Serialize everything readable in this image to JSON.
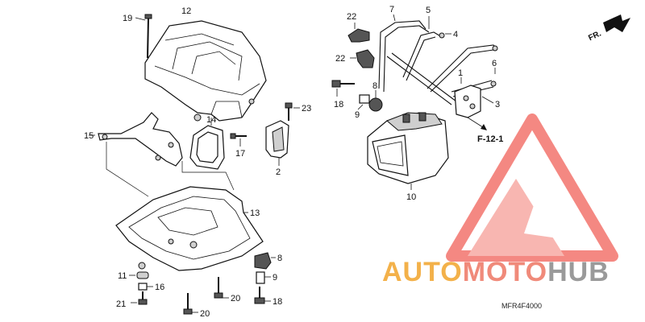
{
  "diagram": {
    "part_labels": [
      {
        "id": "p19",
        "text": "19"
      },
      {
        "id": "p12",
        "text": "12"
      },
      {
        "id": "p23",
        "text": "23"
      },
      {
        "id": "p14",
        "text": "14"
      },
      {
        "id": "p15",
        "text": "15"
      },
      {
        "id": "p17",
        "text": "17"
      },
      {
        "id": "p2",
        "text": "2"
      },
      {
        "id": "p13",
        "text": "13"
      },
      {
        "id": "p11",
        "text": "11"
      },
      {
        "id": "p16",
        "text": "16"
      },
      {
        "id": "p21",
        "text": "21"
      },
      {
        "id": "p20a",
        "text": "20"
      },
      {
        "id": "p20b",
        "text": "20"
      },
      {
        "id": "p8b",
        "text": "8"
      },
      {
        "id": "p9b",
        "text": "9"
      },
      {
        "id": "p18b",
        "text": "18"
      },
      {
        "id": "p22a",
        "text": "22"
      },
      {
        "id": "p22b",
        "text": "22"
      },
      {
        "id": "p7",
        "text": "7"
      },
      {
        "id": "p5",
        "text": "5"
      },
      {
        "id": "p4",
        "text": "4"
      },
      {
        "id": "p6",
        "text": "6"
      },
      {
        "id": "p1",
        "text": "1"
      },
      {
        "id": "p3",
        "text": "3"
      },
      {
        "id": "p8a",
        "text": "8"
      },
      {
        "id": "p18a",
        "text": "18"
      },
      {
        "id": "p9a",
        "text": "9"
      },
      {
        "id": "p10",
        "text": "10"
      }
    ],
    "reference": "F-12-1",
    "direction": "FR.",
    "diagram_code": "MFR4F4000"
  },
  "watermark": {
    "part_a": "AUTO",
    "part_b": "MOTO",
    "part_c": "HUB",
    "colors": {
      "auto": "#f3b14a",
      "moto": "#f08a7a",
      "hub": "#9a9a9a",
      "triangle": "#f26b63"
    }
  }
}
